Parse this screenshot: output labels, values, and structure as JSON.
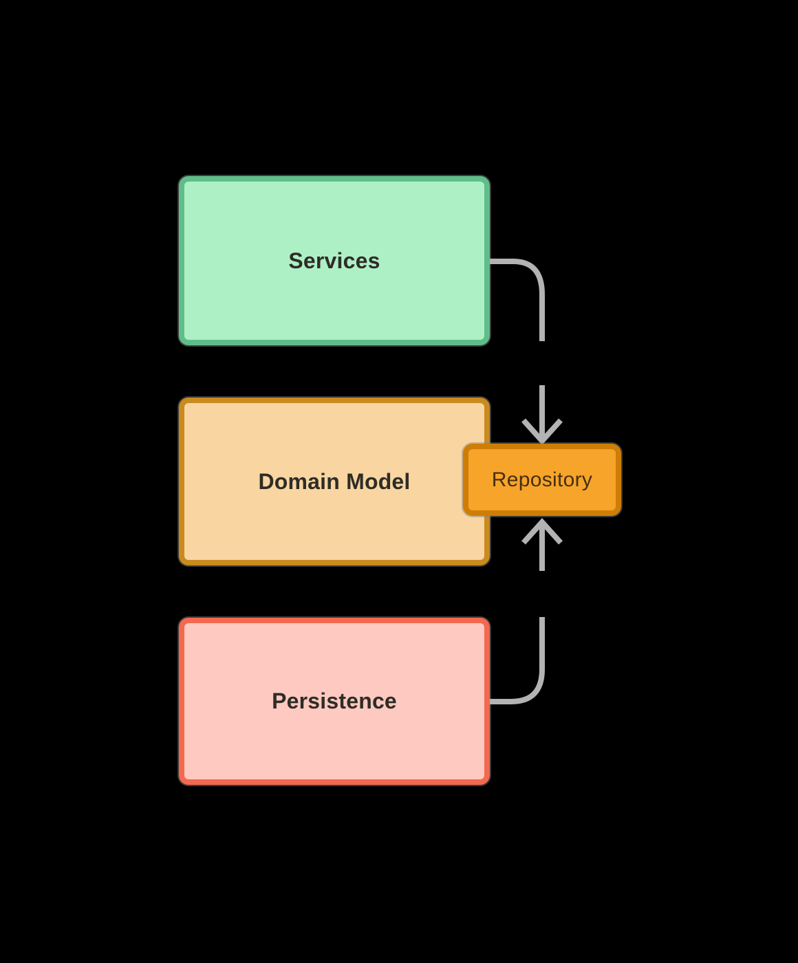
{
  "canvas": {
    "background": "#000000"
  },
  "nodes": {
    "services": {
      "label": "Services",
      "fill": "#aef0c6",
      "border": "#5fbd8a"
    },
    "domain_model": {
      "label": "Domain Model",
      "fill": "#f8d5a1",
      "border": "#c98a20"
    },
    "repository": {
      "label": "Repository",
      "fill": "#f7a42b",
      "border": "#ce7e06"
    },
    "persistence": {
      "label": "Persistence",
      "fill": "#fdc9c0",
      "border": "#f3694f"
    }
  },
  "connectors": {
    "color": "#b3b3b3",
    "services_to_repository": {
      "from": "Services",
      "to": "Repository",
      "arrow": "down"
    },
    "persistence_to_repository": {
      "from": "Persistence",
      "to": "Repository",
      "arrow": "up"
    }
  }
}
